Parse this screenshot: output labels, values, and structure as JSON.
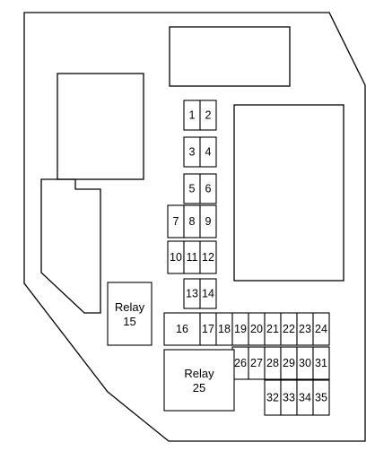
{
  "fuses": [
    "1",
    "2",
    "3",
    "4",
    "5",
    "6",
    "7",
    "8",
    "9",
    "10",
    "11",
    "12",
    "13",
    "14",
    "16",
    "17",
    "18",
    "19",
    "20",
    "21",
    "22",
    "23",
    "24",
    "26",
    "27",
    "28",
    "29",
    "30",
    "31",
    "32",
    "33",
    "34",
    "35"
  ],
  "relays": [
    {
      "lines": [
        "Relay",
        "15"
      ]
    },
    {
      "lines": [
        "Relay",
        "25"
      ]
    }
  ]
}
